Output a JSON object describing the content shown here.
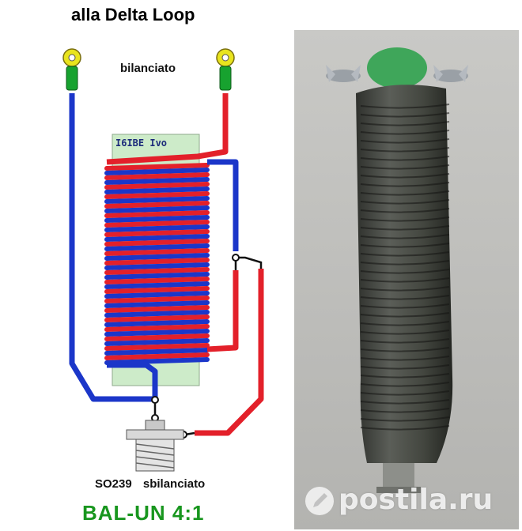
{
  "diagram": {
    "title": "alla Delta Loop",
    "balanced_label": "bilanciato",
    "author_label": "I6IBE Ivo",
    "connector_label": "SO239   sbilanciato",
    "ratio_label": "BAL-UN 4:1"
  },
  "colors": {
    "wire_blue": "#1b36c9",
    "wire_red": "#e3202a",
    "former_green": "#cdebc9",
    "terminal_green": "#17a22f",
    "terminal_ring": "#e9e41e",
    "title_green": "#18961e"
  },
  "photo": {
    "description": "photo of the finished balun: coil wound on a former, wing nuts on top, SO239 connector at the bottom"
  },
  "watermark": {
    "text": "postila.ru",
    "icon": "pencil-icon"
  }
}
